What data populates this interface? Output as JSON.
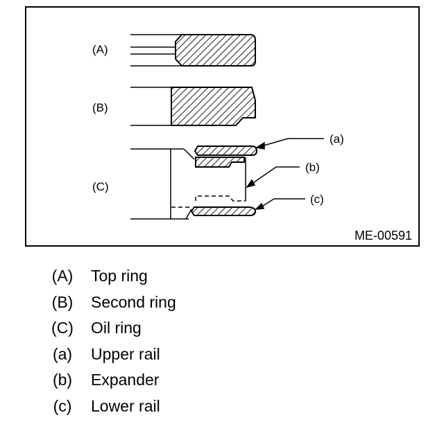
{
  "figure": {
    "code": "ME-00591",
    "ring_labels": {
      "top": "(A)",
      "second": "(B)",
      "oil": "(C)"
    },
    "part_labels": {
      "upper_rail": "(a)",
      "expander": "(b)",
      "lower_rail": "(c)"
    }
  },
  "legend": [
    {
      "key": "(A)",
      "name": "Top ring"
    },
    {
      "key": "(B)",
      "name": "Second ring"
    },
    {
      "key": "(C)",
      "name": "Oil ring"
    },
    {
      "key": "(a)",
      "name": "Upper rail"
    },
    {
      "key": "(b)",
      "name": "Expander"
    },
    {
      "key": "(c)",
      "name": "Lower rail"
    }
  ]
}
